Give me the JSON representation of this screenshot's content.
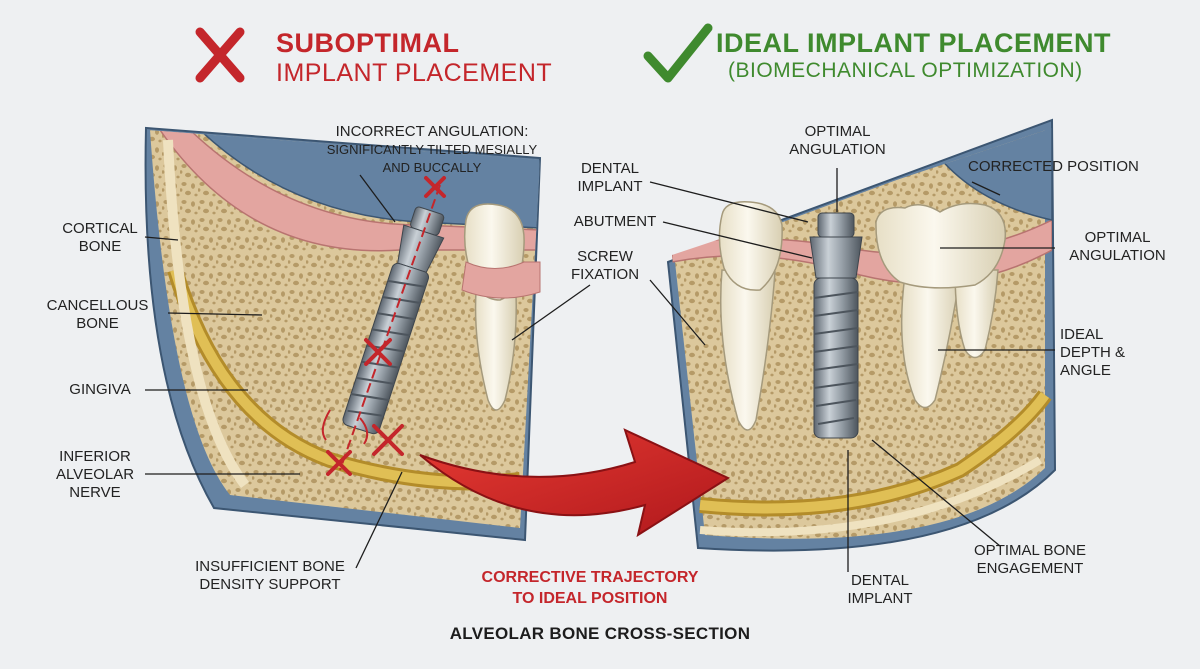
{
  "left_panel": {
    "title_line1": "SUBOPTIMAL",
    "title_line2": "IMPLANT PLACEMENT",
    "labels": {
      "incorrect_angulation": [
        "INCORRECT ANGULATION:",
        "SIGNIFICANTLY TILTED MESIALLY",
        "AND BUCCALLY"
      ],
      "cortical_bone": [
        "CORTICAL",
        "BONE"
      ],
      "cancellous_bone": [
        "CANCELLOUS",
        "BONE"
      ],
      "gingiva": [
        "GINGIVA"
      ],
      "inferior_alveolar_nerve": [
        "INFERIOR",
        "ALVEOLAR",
        "NERVE"
      ],
      "insufficient_bone": [
        "INSUFFICIENT BONE",
        "DENSITY SUPPORT"
      ]
    }
  },
  "center_labels": {
    "dental_implant": [
      "DENTAL",
      "IMPLANT"
    ],
    "abutment": [
      "ABUTMENT"
    ],
    "screw_fixation": [
      "SCREW",
      "FIXATION"
    ]
  },
  "right_panel": {
    "title_line1": "IDEAL IMPLANT PLACEMENT",
    "title_line2": "(BIOMECHANICAL OPTIMIZATION)",
    "labels": {
      "optimal_angulation_top": [
        "OPTIMAL",
        "ANGULATION"
      ],
      "corrected_position": [
        "CORRECTED POSITION"
      ],
      "optimal_angulation_right": [
        "OPTIMAL",
        "ANGULATION"
      ],
      "ideal_depth": [
        "IDEAL",
        "DEPTH &",
        "ANGLE"
      ],
      "optimal_bone_engagement": [
        "OPTIMAL BONE",
        "ENGAGEMENT"
      ],
      "dental_implant_bottom": [
        "DENTAL",
        "IMPLANT"
      ]
    }
  },
  "corrective_trajectory": [
    "CORRECTIVE TRAJECTORY",
    "TO IDEAL POSITION"
  ],
  "footer": "ALVEOLAR BONE CROSS-SECTION",
  "colors": {
    "bad": "#c4262b",
    "good": "#3f8a2e",
    "cortical_bone": "#5f7f9f",
    "cancellous_bone": "#dcc89c",
    "gingiva": "#e3a5a0",
    "nerve": "#d6b040",
    "implant": "#8a939c"
  },
  "icons": {
    "left_header": "x-mark-icon",
    "right_header": "check-mark-icon"
  }
}
